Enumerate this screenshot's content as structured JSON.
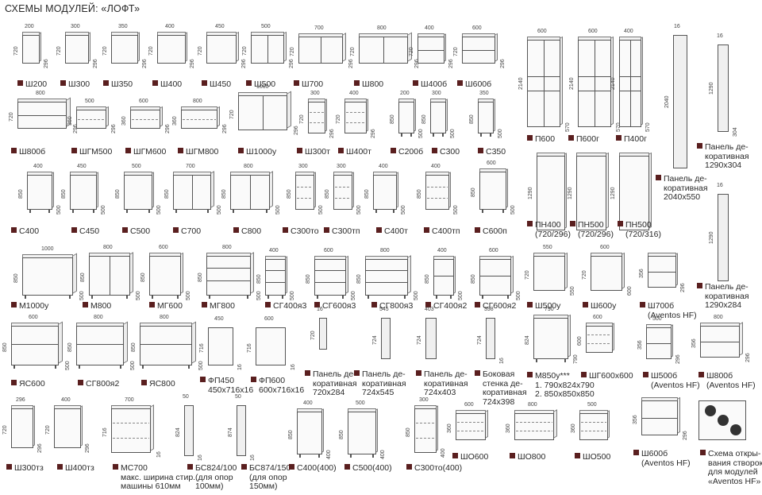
{
  "title": "СХЕМЫ МОДУЛЕЙ: «ЛОФТ»",
  "modules": [
    {
      "id": "sh200",
      "label": "Ш200",
      "dims": [
        "200",
        "720",
        "296"
      ]
    },
    {
      "id": "sh300",
      "label": "Ш300",
      "dims": [
        "300",
        "720",
        "296"
      ]
    },
    {
      "id": "sh350",
      "label": "Ш350",
      "dims": [
        "350",
        "720",
        "296"
      ]
    },
    {
      "id": "sh400",
      "label": "Ш400",
      "dims": [
        "400",
        "720",
        "296"
      ]
    },
    {
      "id": "sh450",
      "label": "Ш450",
      "dims": [
        "450",
        "720",
        "296"
      ]
    },
    {
      "id": "sh500",
      "label": "Ш500",
      "dims": [
        "500",
        "720",
        "296"
      ]
    },
    {
      "id": "sh700",
      "label": "Ш700",
      "dims": [
        "700",
        "720",
        "296"
      ]
    },
    {
      "id": "sh800",
      "label": "Ш800",
      "dims": [
        "800",
        "720",
        "296"
      ]
    },
    {
      "id": "sh400b",
      "label": "Ш400б",
      "dims": [
        "400",
        "720",
        "296"
      ]
    },
    {
      "id": "sh600b",
      "label": "Ш600б",
      "dims": [
        "600",
        "720",
        "296"
      ]
    },
    {
      "id": "p600",
      "label": "П600",
      "dims": [
        "600",
        "2140",
        "570"
      ]
    },
    {
      "id": "p600g",
      "label": "П600г",
      "dims": [
        "600",
        "2140",
        "570"
      ]
    },
    {
      "id": "p400g",
      "label": "П400г",
      "dims": [
        "400",
        "2140",
        "570"
      ]
    },
    {
      "id": "sh800b",
      "label": "Ш800б",
      "dims": [
        "800",
        "720",
        "296"
      ]
    },
    {
      "id": "shgm500",
      "label": "ШГМ500",
      "dims": [
        "500",
        "360",
        "296"
      ]
    },
    {
      "id": "shgm600",
      "label": "ШГМ600",
      "dims": [
        "600",
        "360",
        "296"
      ]
    },
    {
      "id": "shgm800",
      "label": "ШГМ800",
      "dims": [
        "800",
        "360",
        "296"
      ]
    },
    {
      "id": "sh1000u",
      "label": "Ш1000у",
      "dims": [
        "1000",
        "720",
        "296"
      ]
    },
    {
      "id": "sh300t",
      "label": "Ш300т",
      "dims": [
        "300",
        "720",
        "296"
      ]
    },
    {
      "id": "sh400t",
      "label": "Ш400т",
      "dims": [
        "400",
        "720",
        "296"
      ]
    },
    {
      "id": "s200b",
      "label": "С200б",
      "dims": [
        "200",
        "850",
        "500"
      ]
    },
    {
      "id": "s300",
      "label": "С300",
      "dims": [
        "300",
        "850",
        "500"
      ]
    },
    {
      "id": "s350",
      "label": "С350",
      "dims": [
        "350",
        "850",
        "500"
      ]
    },
    {
      "id": "s400",
      "label": "С400",
      "dims": [
        "400",
        "850",
        "500"
      ]
    },
    {
      "id": "s450",
      "label": "С450",
      "dims": [
        "450",
        "850",
        "500"
      ]
    },
    {
      "id": "s500",
      "label": "С500",
      "dims": [
        "500",
        "850",
        "500"
      ]
    },
    {
      "id": "s700",
      "label": "С700",
      "dims": [
        "700",
        "850",
        "500"
      ]
    },
    {
      "id": "s800",
      "label": "С800",
      "dims": [
        "800",
        "850",
        "500"
      ]
    },
    {
      "id": "s300to",
      "label": "С300то",
      "dims": [
        "300",
        "850",
        "500"
      ]
    },
    {
      "id": "s300tp",
      "label": "С300тп",
      "dims": [
        "300",
        "850",
        "500"
      ]
    },
    {
      "id": "s400t",
      "label": "С400т",
      "dims": [
        "400",
        "850",
        "500"
      ]
    },
    {
      "id": "s400tp",
      "label": "С400тп",
      "dims": [
        "400",
        "850",
        "500"
      ]
    },
    {
      "id": "s600p",
      "label": "С600п",
      "dims": [
        "600",
        "850",
        "500"
      ]
    },
    {
      "id": "pn400",
      "label": "ПН400",
      "sub": "(720/296)",
      "dims": [
        "",
        "1290",
        ""
      ]
    },
    {
      "id": "pn500a",
      "label": "ПН500",
      "sub": "(720/296)",
      "dims": [
        "",
        "1290",
        ""
      ]
    },
    {
      "id": "pn500b",
      "label": "ПН500",
      "sub": "(720/316)",
      "dims": [
        "",
        "1290",
        ""
      ]
    },
    {
      "id": "m1000u",
      "label": "М1000у",
      "dims": [
        "1000",
        "850",
        "500"
      ]
    },
    {
      "id": "m800",
      "label": "М800",
      "dims": [
        "800",
        "850",
        "500"
      ]
    },
    {
      "id": "mg600",
      "label": "МГ600",
      "dims": [
        "600",
        "850",
        "500"
      ]
    },
    {
      "id": "mg800",
      "label": "МГ800",
      "dims": [
        "800",
        "850",
        "500"
      ]
    },
    {
      "id": "sg400ya3",
      "label": "СГ400я3",
      "dims": [
        "400",
        "850",
        "500"
      ]
    },
    {
      "id": "sg600ya3",
      "label": "СГ600я3",
      "dims": [
        "600",
        "850",
        "500"
      ]
    },
    {
      "id": "sg800ya3",
      "label": "СГ800я3",
      "dims": [
        "800",
        "850",
        "500"
      ]
    },
    {
      "id": "sg400ya2",
      "label": "СГ400я2",
      "dims": [
        "400",
        "850",
        "500"
      ]
    },
    {
      "id": "sg600ya2",
      "label": "СГ600я2",
      "dims": [
        "600",
        "850",
        "500"
      ]
    },
    {
      "id": "sh500u",
      "label": "Ш500у",
      "dims": [
        "550",
        "720",
        "550"
      ]
    },
    {
      "id": "sh600u",
      "label": "Ш600у",
      "dims": [
        "600",
        "720",
        "600"
      ]
    },
    {
      "id": "sh700b",
      "label": "Ш700б",
      "sub": "(Aventos HF)",
      "dims": [
        "",
        "356",
        "296"
      ]
    },
    {
      "id": "yas600",
      "label": "ЯС600",
      "dims": [
        "600",
        "850",
        "500"
      ]
    },
    {
      "id": "sg800ya2",
      "label": "СГ800я2",
      "dims": [
        "800",
        "850",
        "500"
      ]
    },
    {
      "id": "yas800",
      "label": "ЯС800",
      "dims": [
        "800",
        "850",
        "500"
      ]
    },
    {
      "id": "fp450",
      "label": "ФП450",
      "sub": "450х716х16",
      "dims": [
        "450",
        "716",
        "16"
      ]
    },
    {
      "id": "fp600",
      "label": "ФП600",
      "sub": "600х716х16",
      "dims": [
        "600",
        "716",
        "16"
      ]
    },
    {
      "id": "pd720",
      "label": "Панель де-",
      "sub": "коративная",
      "sub2": "720х284",
      "dims": [
        "16",
        "720",
        ""
      ]
    },
    {
      "id": "pd724x545",
      "label": "Панель де-",
      "sub": "коративная",
      "sub2": "724х545",
      "dims": [
        "545",
        "724",
        ""
      ]
    },
    {
      "id": "pd724x403",
      "label": "Панель де-",
      "sub": "коративная",
      "sub2": "724х403",
      "dims": [
        "403",
        "724",
        ""
      ]
    },
    {
      "id": "bs724",
      "label": "Боковая",
      "sub": "стенка де-",
      "sub2": "коративная",
      "sub3": "724х398",
      "dims": [
        "398",
        "724",
        "16"
      ]
    },
    {
      "id": "m850",
      "label": "М850у***",
      "sub": "1. 790х824х790",
      "sub2": "2. 850х850х850",
      "dims": [
        "790",
        "824",
        "790"
      ]
    },
    {
      "id": "shg600",
      "label": "ШГ600х600",
      "dims": [
        "600",
        "600",
        ""
      ]
    },
    {
      "id": "sh500b",
      "label": "Ш500б",
      "sub": "(Aventos HF)",
      "dims": [
        "500",
        "356",
        "296"
      ]
    },
    {
      "id": "sh800b2",
      "label": "Ш800б",
      "sub": "(Aventos HF)",
      "dims": [
        "800",
        "356",
        "296"
      ]
    },
    {
      "id": "sh300tz",
      "label": "Ш300тз",
      "dims": [
        "296",
        "720",
        "296"
      ]
    },
    {
      "id": "sh400tz",
      "label": "Ш400тз",
      "dims": [
        "400",
        "720",
        "296"
      ]
    },
    {
      "id": "ms700",
      "label": "МС700",
      "sub": "макс. ширина стир.",
      "sub2": "машины 610мм",
      "dims": [
        "700",
        "716",
        "16"
      ]
    },
    {
      "id": "bs824",
      "label": "БС824/100",
      "sub": "(для опор",
      "sub2": "100мм)",
      "dims": [
        "50",
        "824",
        "16"
      ]
    },
    {
      "id": "bs874",
      "label": "БС874/150",
      "sub": "(для опор",
      "sub2": "150мм)",
      "dims": [
        "50",
        "874",
        "16"
      ]
    },
    {
      "id": "s400_400",
      "label": "С400(400)",
      "dims": [
        "400",
        "850",
        "400"
      ]
    },
    {
      "id": "s500_400",
      "label": "С500(400)",
      "dims": [
        "500",
        "850",
        "400"
      ]
    },
    {
      "id": "s300to400",
      "label": "С300то(400)",
      "dims": [
        "300",
        "850",
        "400"
      ]
    },
    {
      "id": "sho600",
      "label": "ШО600",
      "dims": [
        "600",
        "360",
        ""
      ]
    },
    {
      "id": "sho800",
      "label": "ШО800",
      "dims": [
        "800",
        "360",
        ""
      ]
    },
    {
      "id": "sho500",
      "label": "ШО500",
      "dims": [
        "500",
        "360",
        ""
      ]
    },
    {
      "id": "sh600b2",
      "label": "Ш600б",
      "sub": "(Aventos HF)",
      "dims": [
        "",
        "356",
        "296"
      ]
    },
    {
      "id": "panel2040",
      "label": "Панель де-",
      "sub": "коративная",
      "sub2": "2040х550",
      "dims": [
        "16",
        "2040",
        ""
      ]
    },
    {
      "id": "panel1290x304",
      "label": "Панель де-",
      "sub": "коративная",
      "sub2": "1290х304",
      "dims": [
        "16",
        "1290",
        "304"
      ]
    },
    {
      "id": "panel1290x284",
      "label": "Панель де-",
      "sub": "коративная",
      "sub2": "1290х284",
      "dims": [
        "16",
        "1290",
        ""
      ]
    },
    {
      "id": "scheme",
      "label": "Схема откры-",
      "sub": "вания створок",
      "sub2": "для модулей",
      "sub3": "«Aventos HF»",
      "dims": []
    }
  ],
  "colors": {
    "marker": "#5a1f1f",
    "line": "#555555"
  }
}
